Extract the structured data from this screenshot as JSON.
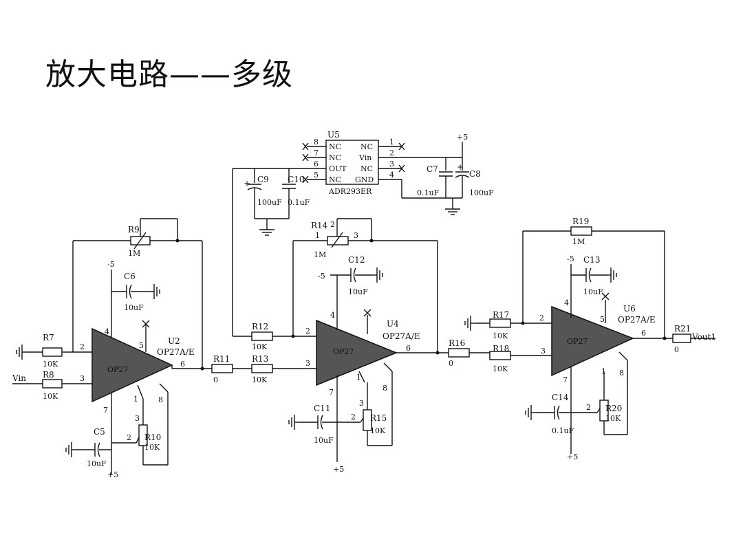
{
  "title": "放大电路——多级",
  "reference": {
    "name": "U5",
    "part": "ADR293ER",
    "left_pins": [
      "8",
      "7",
      "6",
      "5"
    ],
    "left_labels": [
      "NC",
      "NC",
      "OUT",
      "NC"
    ],
    "right_pins": [
      "1",
      "2",
      "3",
      "4"
    ],
    "right_labels": [
      "NC",
      "Vin",
      "NC",
      "GND"
    ],
    "supply": "+5",
    "c7": {
      "name": "C7",
      "value": "0.1uF"
    },
    "c8": {
      "name": "C8",
      "value": "100uF"
    },
    "c9": {
      "name": "C9",
      "value": "100uF"
    },
    "c10": {
      "name": "C10",
      "value": "0.1uF"
    }
  },
  "stage1": {
    "amp": {
      "name": "U2",
      "part": "OP27A/E",
      "body": "OP27",
      "pin_out": "6",
      "pin_inv": "2",
      "pin_noninv": "3",
      "pin_vneg": "4",
      "pin_vpos": "7",
      "pin_5": "5",
      "pin_8": "8",
      "pin_1": "1"
    },
    "r7": {
      "name": "R7",
      "value": "10K"
    },
    "r8": {
      "name": "R8",
      "value": "10K"
    },
    "r9": {
      "name": "R9",
      "value": "1M"
    },
    "r10": {
      "name": "R10",
      "value": "10K"
    },
    "r10_pin": "2",
    "r10_pin3": "3",
    "c5": {
      "name": "C5",
      "value": "10uF"
    },
    "c6": {
      "name": "C6",
      "value": "10uF"
    },
    "input": "Vin",
    "vneg": "-5",
    "vpos": "+5"
  },
  "stage2": {
    "amp": {
      "name": "U4",
      "part": "OP27A/E",
      "body": "OP27",
      "pin_out": "6",
      "pin_inv": "2",
      "pin_noninv": "3",
      "pin_vneg": "4",
      "pin_vpos": "7",
      "pin_1": "1",
      "pin_8": "8",
      "pin_3": "3"
    },
    "r11": {
      "name": "R11",
      "value": "0"
    },
    "r12": {
      "name": "R12",
      "value": "10K"
    },
    "r13": {
      "name": "R13",
      "value": "10K"
    },
    "r14": {
      "name": "R14",
      "value": "1M",
      "pin1": "1",
      "pin2": "2",
      "pin3": "3"
    },
    "r15": {
      "name": "R15",
      "value": "10K"
    },
    "r15_pin": "2",
    "c11": {
      "name": "C11",
      "value": "10uF"
    },
    "c12": {
      "name": "C12",
      "value": "10uF"
    },
    "vneg": "-5",
    "vpos": "+5"
  },
  "stage3": {
    "amp": {
      "name": "U6",
      "part": "OP27A/E",
      "body": "OP27",
      "pin_out": "6",
      "pin_inv": "2",
      "pin_noninv": "3",
      "pin_vneg": "4",
      "pin_vpos": "7",
      "pin_5": "5",
      "pin_1": "1",
      "pin_8": "8"
    },
    "r16": {
      "name": "R16",
      "value": "0"
    },
    "r17": {
      "name": "R17",
      "value": "10K"
    },
    "r18": {
      "name": "R18",
      "value": "10K"
    },
    "r19": {
      "name": "R19",
      "value": "1M"
    },
    "r20": {
      "name": "R20",
      "value": "10K"
    },
    "r20_pin": "2",
    "r21": {
      "name": "R21",
      "value": "0"
    },
    "c13": {
      "name": "C13",
      "value": "10uF"
    },
    "c14": {
      "name": "C14",
      "value": "0.1uF"
    },
    "output": "Vout1",
    "vneg": "-5",
    "vpos": "+5"
  }
}
